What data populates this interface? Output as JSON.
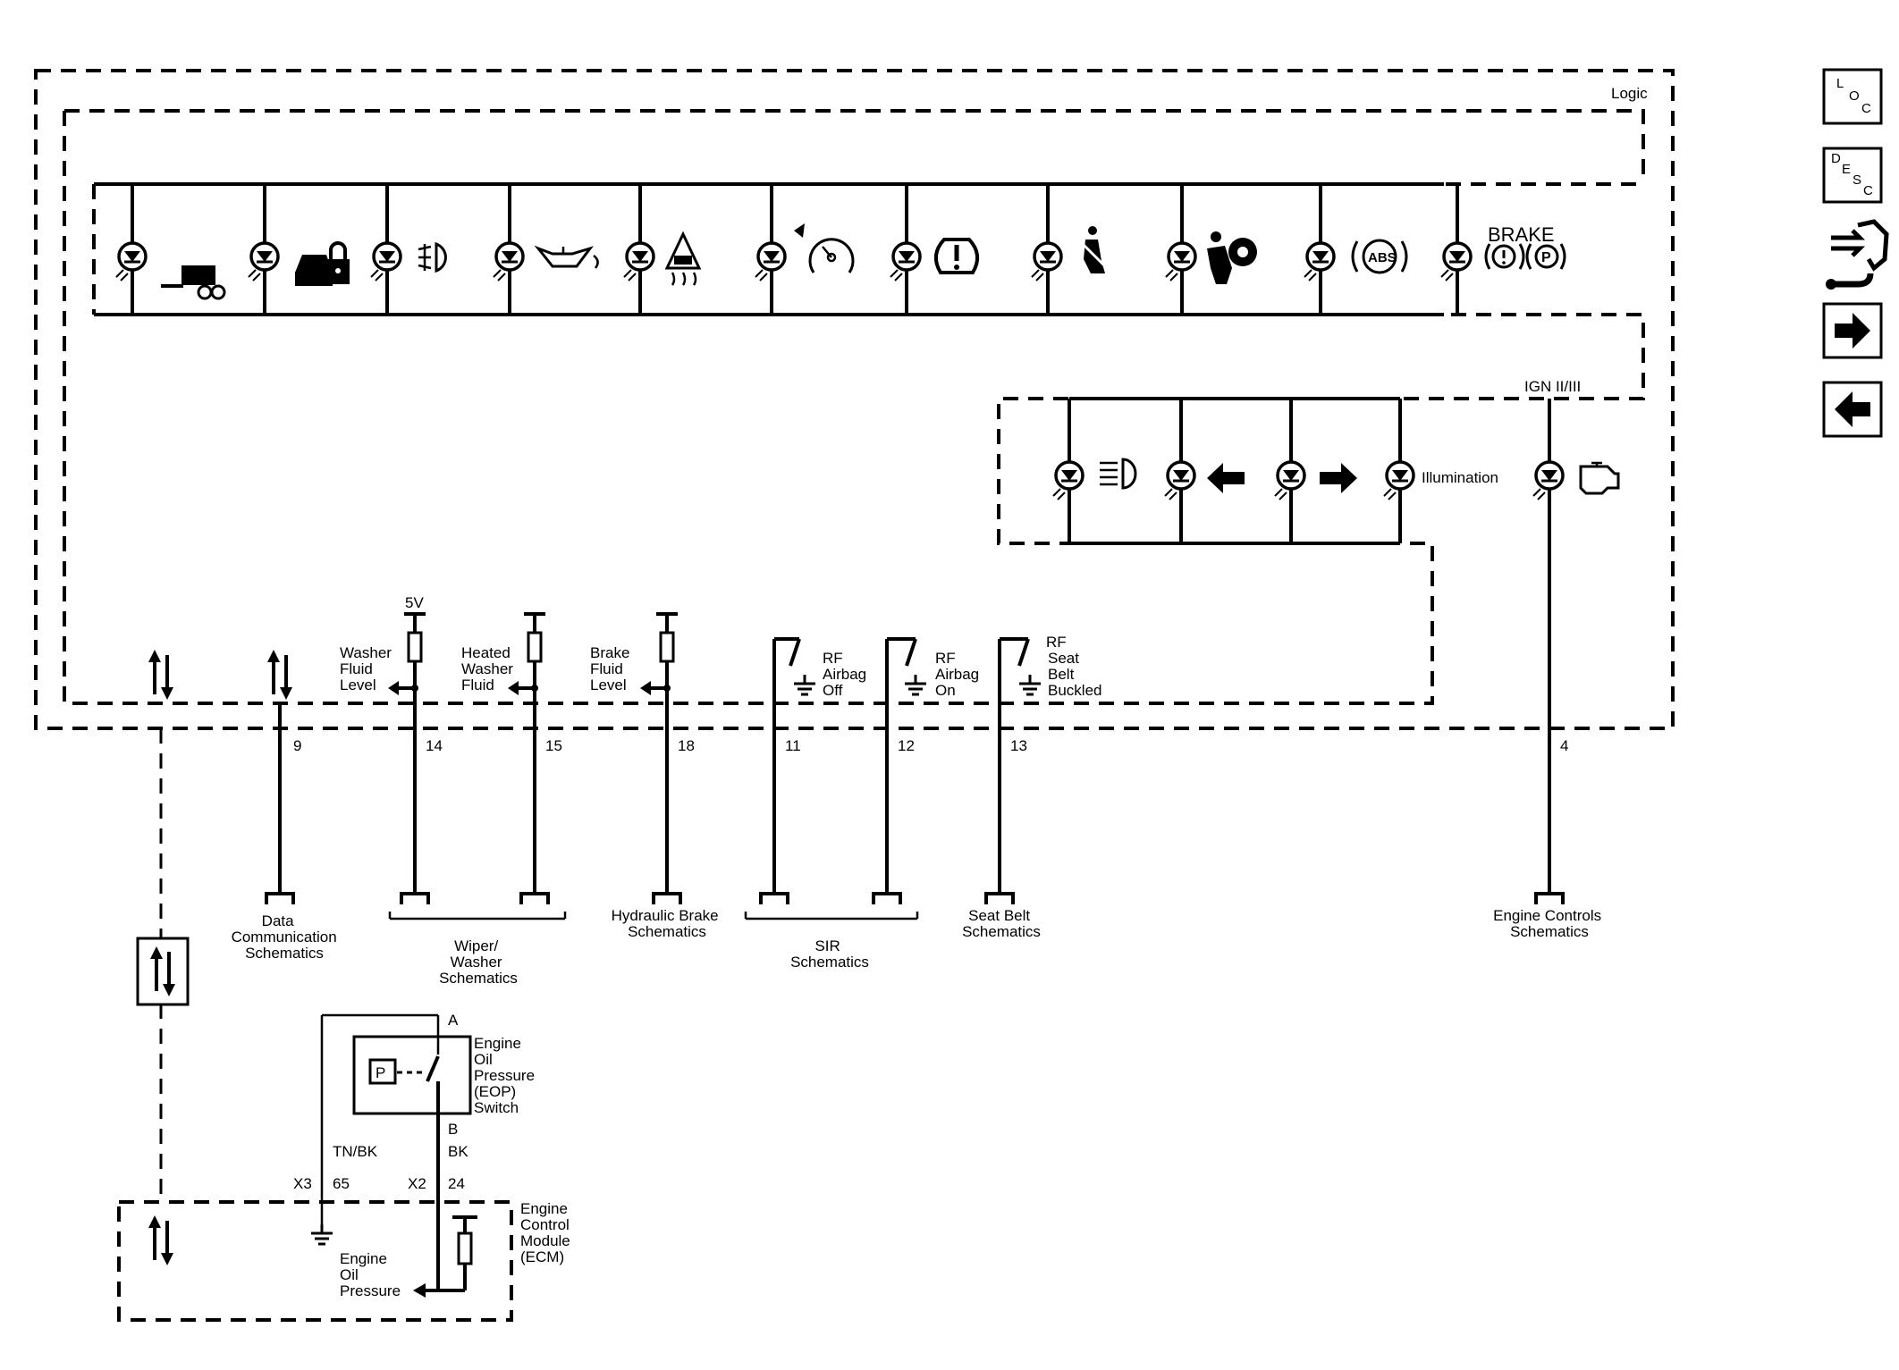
{
  "logic_label": "Logic",
  "ign_label": "IGN II/III",
  "brake_text": "BRAKE",
  "illumination_label": "Illumination",
  "supply_5v": "5V",
  "indicator_icons": [
    "trailer-icon",
    "security-icon",
    "fog-lamp-icon",
    "oil-pressure-icon",
    "traction-control-icon",
    "cruise-control-icon",
    "tire-pressure-icon",
    "seat-belt-icon",
    "airbag-icon",
    "abs-icon",
    "brake-icon"
  ],
  "lower_indicator_icons": [
    "headlamp-icon",
    "turn-left-arrow-icon",
    "turn-right-arrow-icon",
    "illumination",
    "check-engine-icon"
  ],
  "inputs": {
    "washer_fluid": [
      "Washer",
      "Fluid",
      "Level"
    ],
    "heated_washer": [
      "Heated",
      "Washer",
      "Fluid"
    ],
    "brake_fluid": [
      "Brake",
      "Fluid",
      "Level"
    ],
    "rf_airbag_off": [
      "RF",
      "Airbag",
      "Off"
    ],
    "rf_airbag_on": [
      "RF",
      "Airbag",
      "On"
    ],
    "rf_seat_belt": [
      "RF",
      "Seat",
      "Belt",
      "Buckled"
    ]
  },
  "pins": {
    "p9": "9",
    "p14": "14",
    "p15": "15",
    "p18": "18",
    "p11": "11",
    "p12": "12",
    "p13": "13",
    "p4": "4"
  },
  "references": {
    "data_comm": [
      "Data",
      "Communication",
      "Schematics"
    ],
    "wiper_washer": [
      "Wiper/",
      "Washer",
      "Schematics"
    ],
    "hydraulic_brake": [
      "Hydraulic Brake",
      "Schematics"
    ],
    "sir": [
      "SIR",
      "Schematics"
    ],
    "seat_belt": [
      "Seat Belt",
      "Schematics"
    ],
    "engine_controls": [
      "Engine Controls",
      "Schematics"
    ]
  },
  "eop_switch": {
    "pin_a": "A",
    "pin_b": "B",
    "label": [
      "Engine",
      "Oil",
      "Pressure",
      "(EOP)",
      "Switch"
    ],
    "p_symbol": "P"
  },
  "wires": {
    "tn_bk": "TN/BK",
    "bk": "BK",
    "x3": "X3",
    "x3_pin": "65",
    "x2": "X2",
    "x2_pin": "24"
  },
  "ecm": {
    "label": [
      "Engine",
      "Control",
      "Module",
      "(ECM)"
    ],
    "input_label": [
      "Engine",
      "Oil",
      "Pressure"
    ]
  },
  "navigation": {
    "loc": [
      "L",
      "O",
      "C"
    ],
    "desc": [
      "D",
      "E",
      "S",
      "C"
    ],
    "icons": [
      "loc-icon",
      "desc-icon",
      "connector-tool-icon",
      "next-arrow-icon",
      "previous-arrow-icon"
    ]
  }
}
